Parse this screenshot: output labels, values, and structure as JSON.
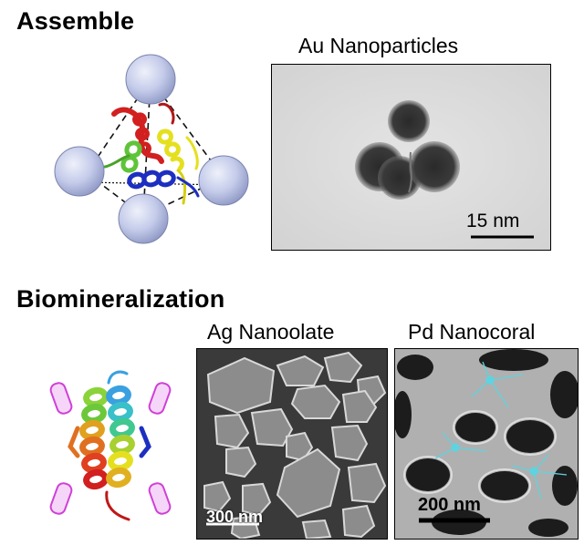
{
  "sections": {
    "assemble": {
      "heading": "Assemble",
      "tem_title": "Au Nanoparticles",
      "tem_scalebar": "15 nm"
    },
    "biomineralization": {
      "heading": "Biomineralization",
      "ag_title": "Ag Nanoolate",
      "ag_scalebar": "300 nm",
      "pd_title": "Pd Nanocoral",
      "pd_scalebar": "200 nm"
    }
  },
  "colors": {
    "sphere": "#b8c1e4",
    "helix_red": "#d21f1f",
    "helix_green": "#5fc43a",
    "helix_blue": "#1d2fc0",
    "helix_yellow": "#e5e01f",
    "cylinder_magenta": "#e07ee8",
    "arrow_cyan": "#5fd3e0"
  }
}
